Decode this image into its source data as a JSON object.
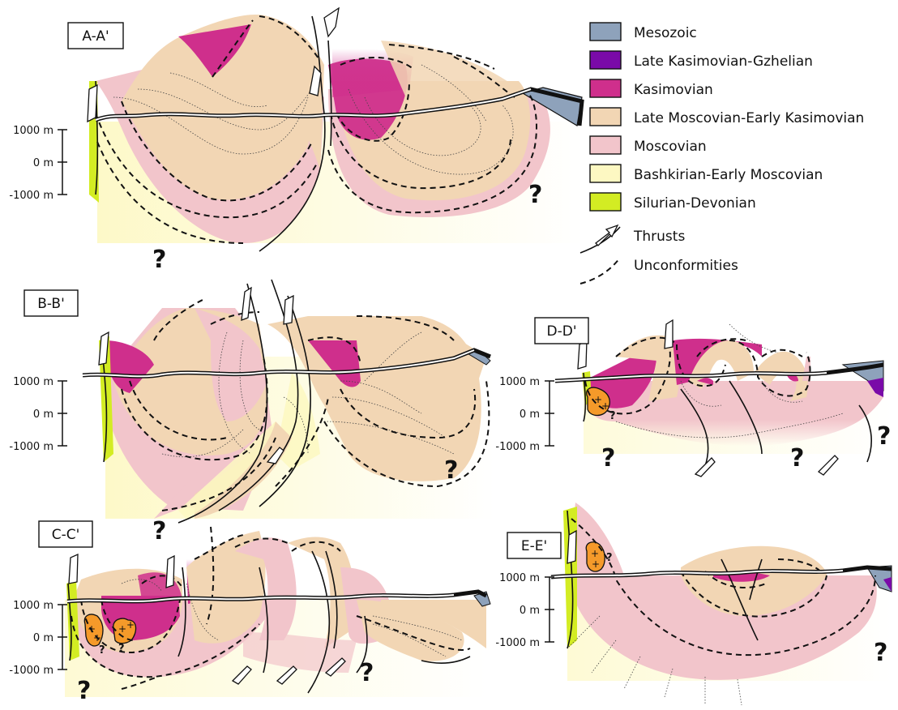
{
  "sections": [
    {
      "id": "A",
      "label": "A-A'"
    },
    {
      "id": "B",
      "label": "B-B'"
    },
    {
      "id": "C",
      "label": "C-C'"
    },
    {
      "id": "D",
      "label": "D-D'"
    },
    {
      "id": "E",
      "label": "E-E'"
    }
  ],
  "scale_labels": {
    "top": "1000 m",
    "mid": "0 m",
    "bottom": "-1000 m"
  },
  "unknown_mark": "?",
  "granite_mark": "+",
  "legend": {
    "units": [
      {
        "name": "Mesozoic",
        "color": "#8ea2bb"
      },
      {
        "name": "Late Kasimovian-Gzhelian",
        "color": "#7a0aa8"
      },
      {
        "name": "Kasimovian",
        "color": "#cf2f8c"
      },
      {
        "name": "Late Moscovian-Early Kasimovian",
        "color": "#f2d6b4"
      },
      {
        "name": "Moscovian",
        "color": "#f2c5cb"
      },
      {
        "name": "Bashkirian-Early Moscovian",
        "color": "#fdf8c2"
      },
      {
        "name": "Silurian-Devonian",
        "color": "#d3ec23"
      }
    ],
    "thrusts": "Thrusts",
    "unconformities": "Unconformities"
  }
}
